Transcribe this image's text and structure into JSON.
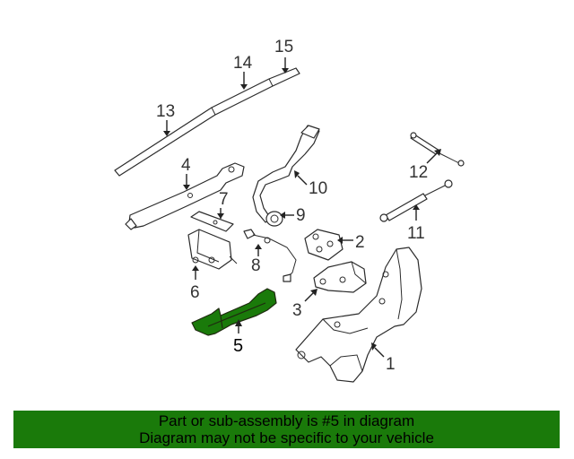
{
  "colors": {
    "highlight": "#1a7a0a",
    "banner": "#1a7a0a",
    "line": "#2b2b2b"
  },
  "callouts": [
    "1",
    "2",
    "3",
    "4",
    "5",
    "6",
    "7",
    "8",
    "9",
    "10",
    "11",
    "12",
    "13",
    "14",
    "15"
  ],
  "selected_callout": "5",
  "banner": {
    "line1": "Part or sub-assembly is #5 in diagram",
    "line2": "Diagram may not be specific to your vehicle"
  }
}
